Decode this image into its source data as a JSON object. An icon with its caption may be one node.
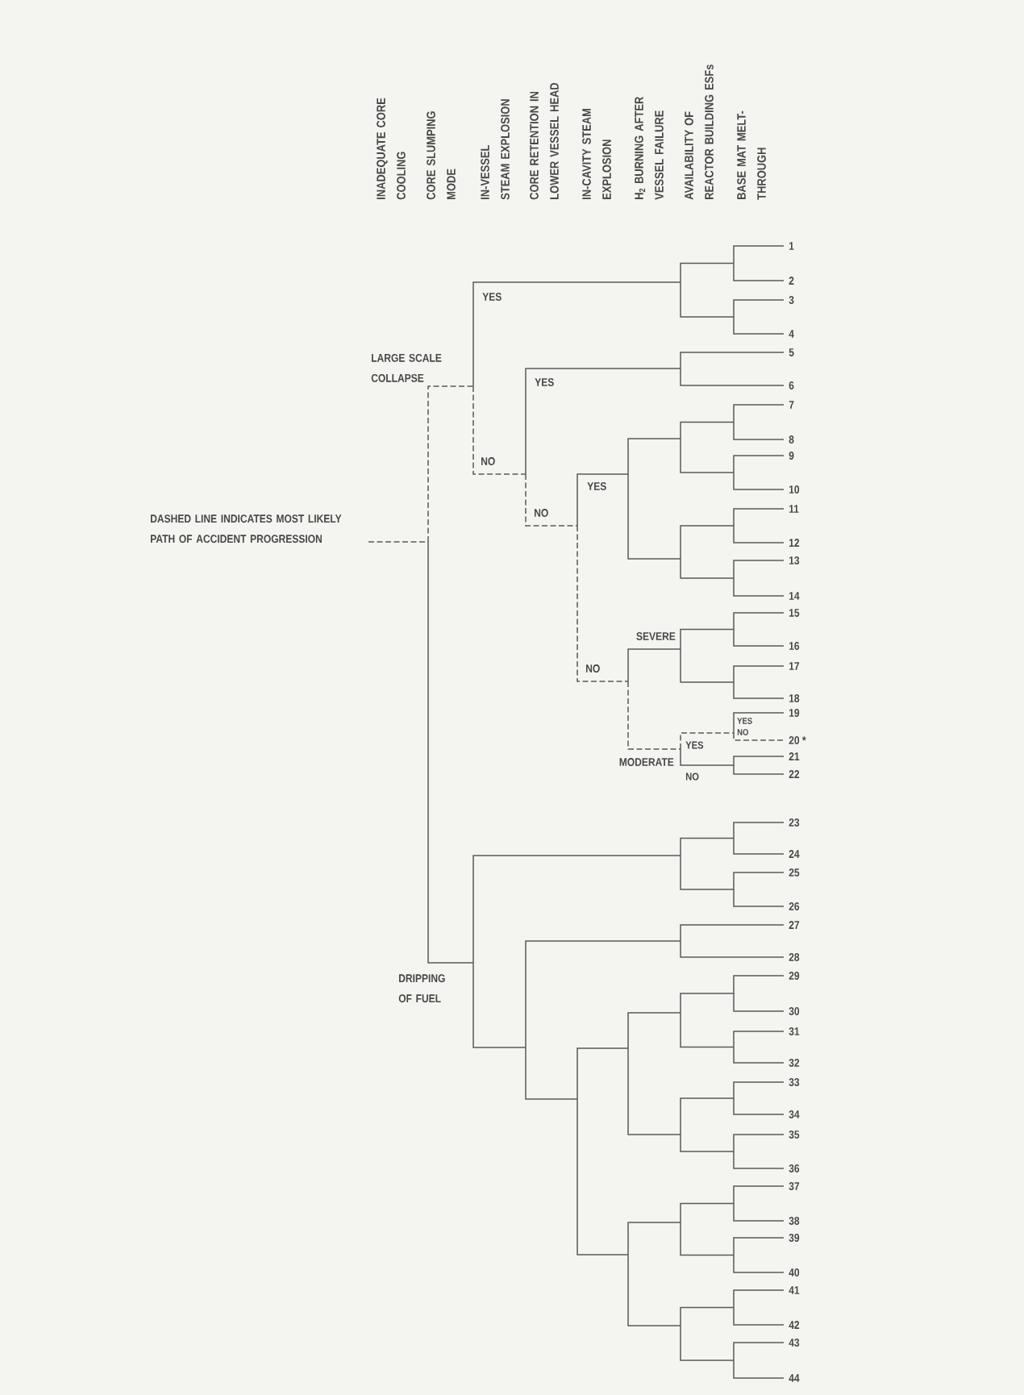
{
  "diagram": {
    "labels": [
      "INADEQUATE CORE COOLING",
      "CORE SLUMPING MODE",
      "IN-VESSEL STEAM EXPLOSION",
      "CORE RETENTION IN LOWER VESSEL HEAD",
      "IN-CAVITY STEAM EXPLOSION",
      "H$_{2}$ BURNING AFTER VESSEL FAILURE",
      "AVAILABILITY OF REACTOR BUILDING ESFs",
      "BASE MAT MELT-THROUGH",
      "LARGE SCALE COLLAPSE",
      "YES",
      "NO",
      "YES",
      "NO",
      "YES",
      "NO",
      "SEVERE",
      "YES",
      "NO",
      "YES",
      "MODERATE",
      "NO",
      "DRIPPING OF FUEL",
      "1",
      "2",
      "3",
      "4",
      "5",
      "6",
      "7",
      "8",
      "9",
      "10",
      "11",
      "12",
      "13",
      "14",
      "15",
      "16",
      "17",
      "18",
      "19",
      "20 *",
      "21",
      "22",
      "23",
      "24",
      "25",
      "26",
      "27",
      "28",
      "29",
      "30",
      "31",
      "32",
      "33",
      "34",
      "35",
      "36",
      "37",
      "38",
      "39",
      "40",
      "41",
      "42",
      "43",
      "44"
    ],
    "legend": [
      {
        "text": "DASHED LINE INDICATES MOST LIKELY PATH OF ACCIDENT PROGRESSION"
      }
    ]
  }
}
